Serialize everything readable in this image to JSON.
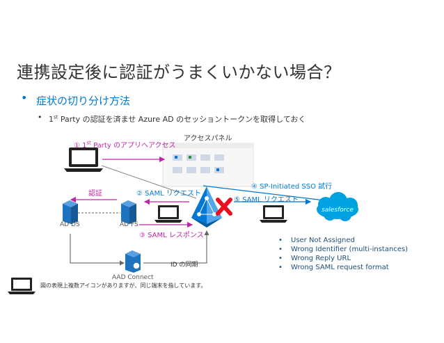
{
  "title": "連携設定後に認証がうまくいかない場合？",
  "heading": "症状の切り分け方法",
  "sub_bullet": {
    "pre": "1",
    "sup": "st",
    "post": " Party の認証を済ませ Azure AD のセッショントークンを取得しておく"
  },
  "nodes": {
    "access_panel": "アクセスパネル",
    "ad_ds": "AD DS",
    "ad_fs": "AD FS",
    "aad_connect": "AAD Connect",
    "salesforce": "salesforce"
  },
  "edges": {
    "step1": {
      "pre": "① 1",
      "sup": "st",
      "post": " Party のアプリへアクセス"
    },
    "step2": "② SAML リクエスト",
    "step3": "③ SAML レスポンス",
    "step4": "④ SP-Initiated SSO 試行",
    "step5": "⑤ SAML リクエスト",
    "auth": "認証",
    "id_sync": "ID の同期"
  },
  "issues": [
    "User Not Assigned",
    "Wrong Identifier (multi-instances)",
    "Wrong Reply URL",
    "Wrong SAML request format"
  ],
  "note": "図の表現上複数アイコンがありますが、同じ端末を指しています。",
  "colors": {
    "accent_blue": "#0078d4",
    "pink": "#c026a3",
    "fail_red": "#e81123",
    "sf_blue": "#00a1e0"
  }
}
